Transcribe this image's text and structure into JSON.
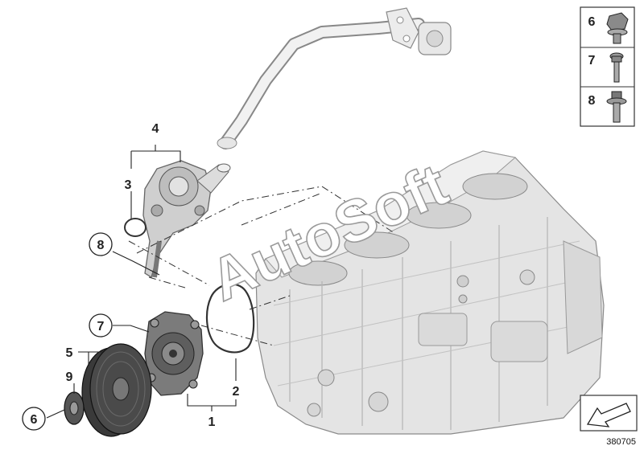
{
  "watermark": "AutoSoft",
  "diagram_number": "380705",
  "legend": [
    {
      "number": "6"
    },
    {
      "number": "7"
    },
    {
      "number": "8"
    }
  ],
  "callouts": {
    "c1": "1",
    "c2": "2",
    "c3": "3",
    "c4": "4",
    "c5": "5",
    "c6": "6",
    "c7": "7",
    "c8": "8",
    "c9": "9"
  },
  "icons": {
    "nav_arrow": "arrow-left-down-icon"
  }
}
